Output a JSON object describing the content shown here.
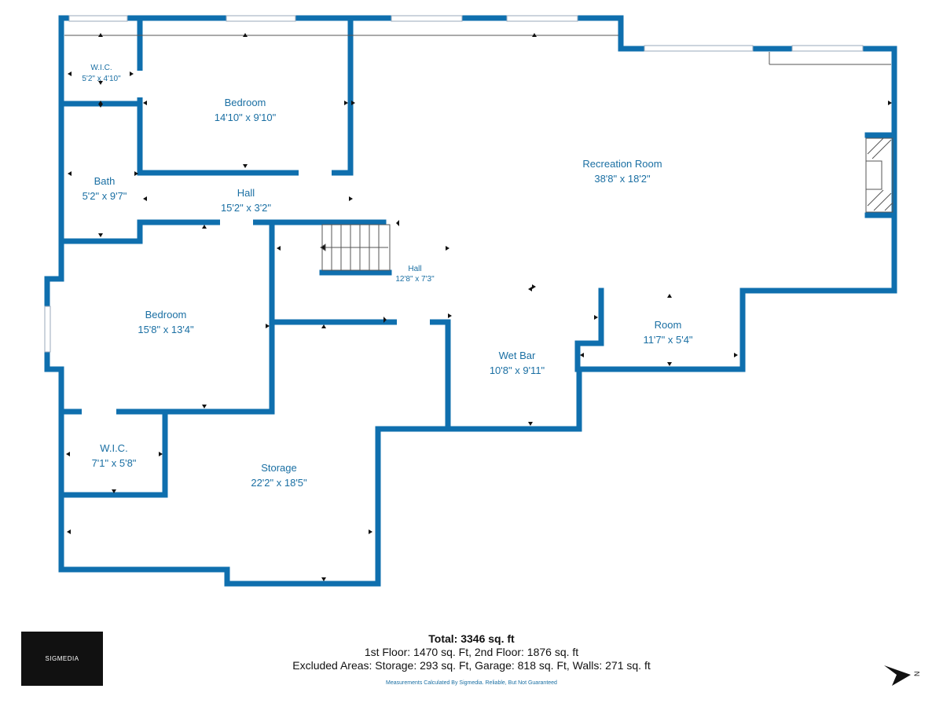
{
  "rooms": [
    {
      "name": "W.I.C.",
      "dims": "5'2\" x 4'10\""
    },
    {
      "name": "Bedroom",
      "dims": "14'10\" x 9'10\""
    },
    {
      "name": "Bath",
      "dims": "5'2\" x 9'7\""
    },
    {
      "name": "Hall",
      "dims": "15'2\" x 3'2\""
    },
    {
      "name": "Recreation Room",
      "dims": "38'8\" x 18'2\""
    },
    {
      "name": "Hall",
      "dims": "12'8\" x 7'3\""
    },
    {
      "name": "Bedroom",
      "dims": "15'8\" x 13'4\""
    },
    {
      "name": "Room",
      "dims": "11'7\" x 5'4\""
    },
    {
      "name": "Wet Bar",
      "dims": "10'8\" x 9'11\""
    },
    {
      "name": "W.I.C.",
      "dims": "7'1\" x 5'8\""
    },
    {
      "name": "Storage",
      "dims": "22'2\" x 18'5\""
    }
  ],
  "summary": {
    "total": "Total: 3346 sq. ft",
    "floors": "1st Floor: 1470 sq. Ft, 2nd Floor: 1876 sq. ft",
    "excluded": "Excluded Areas: Storage: 293 sq. Ft, Garage: 818 sq. Ft, Walls: 271 sq. ft",
    "disclaimer": "Measurements Calculated By Sigmedia. Reliable, But Not Guaranteed"
  },
  "logo": "SIGMEDIA",
  "compass": "N",
  "colors": {
    "wall": "#0f6fae",
    "text": "#1a6fa3"
  }
}
